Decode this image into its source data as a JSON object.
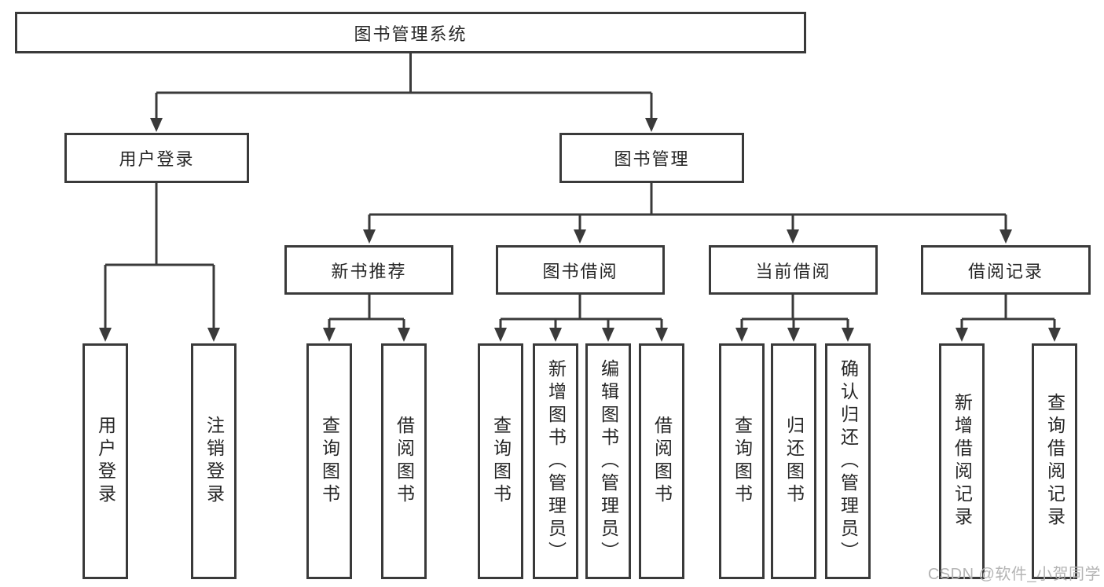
{
  "diagram": {
    "root": {
      "label": "图书管理系统",
      "children": [
        {
          "label": "用户登录",
          "children": [
            {
              "label": "用户登录"
            },
            {
              "label": "注销登录"
            }
          ]
        },
        {
          "label": "图书管理",
          "children": [
            {
              "label": "新书推荐",
              "children": [
                {
                  "label": "查询图书"
                },
                {
                  "label": "借阅图书"
                }
              ]
            },
            {
              "label": "图书借阅",
              "children": [
                {
                  "label": "查询图书"
                },
                {
                  "label": "新增图书（管理员）"
                },
                {
                  "label": "编辑图书（管理员）"
                },
                {
                  "label": "借阅图书"
                }
              ]
            },
            {
              "label": "当前借阅",
              "children": [
                {
                  "label": "查询图书"
                },
                {
                  "label": "归还图书"
                },
                {
                  "label": "确认归还（管理员）"
                }
              ]
            },
            {
              "label": "借阅记录",
              "children": [
                {
                  "label": "新增借阅记录"
                },
                {
                  "label": "查询借阅记录"
                }
              ]
            }
          ]
        }
      ]
    }
  },
  "watermark": {
    "text": "CSDN @软件_小贺同学"
  },
  "colors": {
    "line": "#3a3a3a",
    "text": "#262626",
    "watermark": "#b4b4b4",
    "background": "#ffffff"
  }
}
